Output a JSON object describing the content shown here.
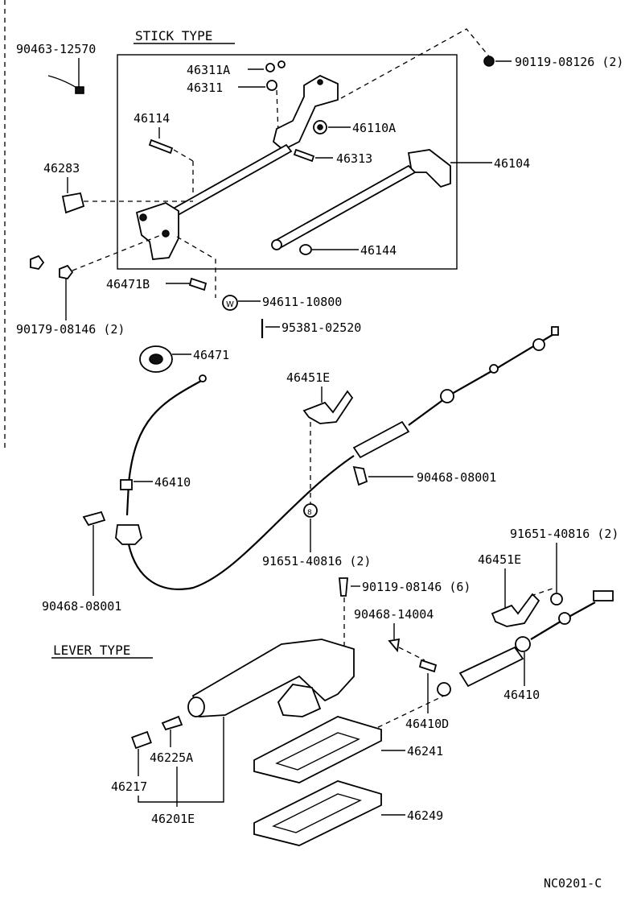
{
  "diagram_code": "NC0201-C",
  "sections": {
    "stick_type": "STICK TYPE",
    "lever_type": "LEVER TYPE"
  },
  "parts": {
    "p90463_12570": "90463-12570",
    "p90119_08126": "90119-08126 (2)",
    "p46311A": "46311A",
    "p46311": "46311",
    "p46114": "46114",
    "p46110A": "46110A",
    "p46313": "46313",
    "p46104": "46104",
    "p46283": "46283",
    "p46144": "46144",
    "p90179_08146": "90179-08146 (2)",
    "p46471B": "46471B",
    "p94611_10800": "94611-10800",
    "p95381_02520": "95381-02520",
    "p46471": "46471",
    "p46451E_a": "46451E",
    "p46410_a": "46410",
    "p90468_08001_a": "90468-08001",
    "p91651_40816_a": "91651-40816 (2)",
    "p90468_08001_b": "90468-08001",
    "p91651_40816_b": "91651-40816 (2)",
    "p46451E_b": "46451E",
    "p90119_08146": "90119-08146 (6)",
    "p90468_14004": "90468-14004",
    "p46410_b": "46410",
    "p46410D": "46410D",
    "p46241": "46241",
    "p46225A": "46225A",
    "p46217": "46217",
    "p46201E": "46201E",
    "p46249": "46249"
  }
}
